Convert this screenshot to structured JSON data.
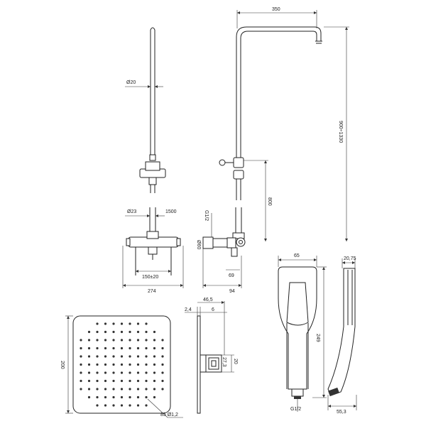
{
  "front_view": {
    "pipe_diameter": "Ø20",
    "bar_diameter": "Ø23",
    "bar_length": "1500",
    "inlet_spacing": "150±20",
    "width": "274"
  },
  "side_view": {
    "arm_reach": "350",
    "height_range": "900÷1330",
    "slider_height": "800",
    "thread": "G1/2",
    "outlet_diameter": "Ø60",
    "wall_offset": "69",
    "depth": "94"
  },
  "hand_shower": {
    "head_width": "65",
    "head_thickness": "20,75",
    "length": "249",
    "thread": "G1/2",
    "grip_width": "55,3"
  },
  "overhead_shower": {
    "size": "200",
    "plate_thickness": "2,4",
    "depth": "46,5",
    "rim": "6",
    "connector_width": "27,3",
    "connector_height": "20",
    "nozzles": "85 Ø1,2"
  }
}
